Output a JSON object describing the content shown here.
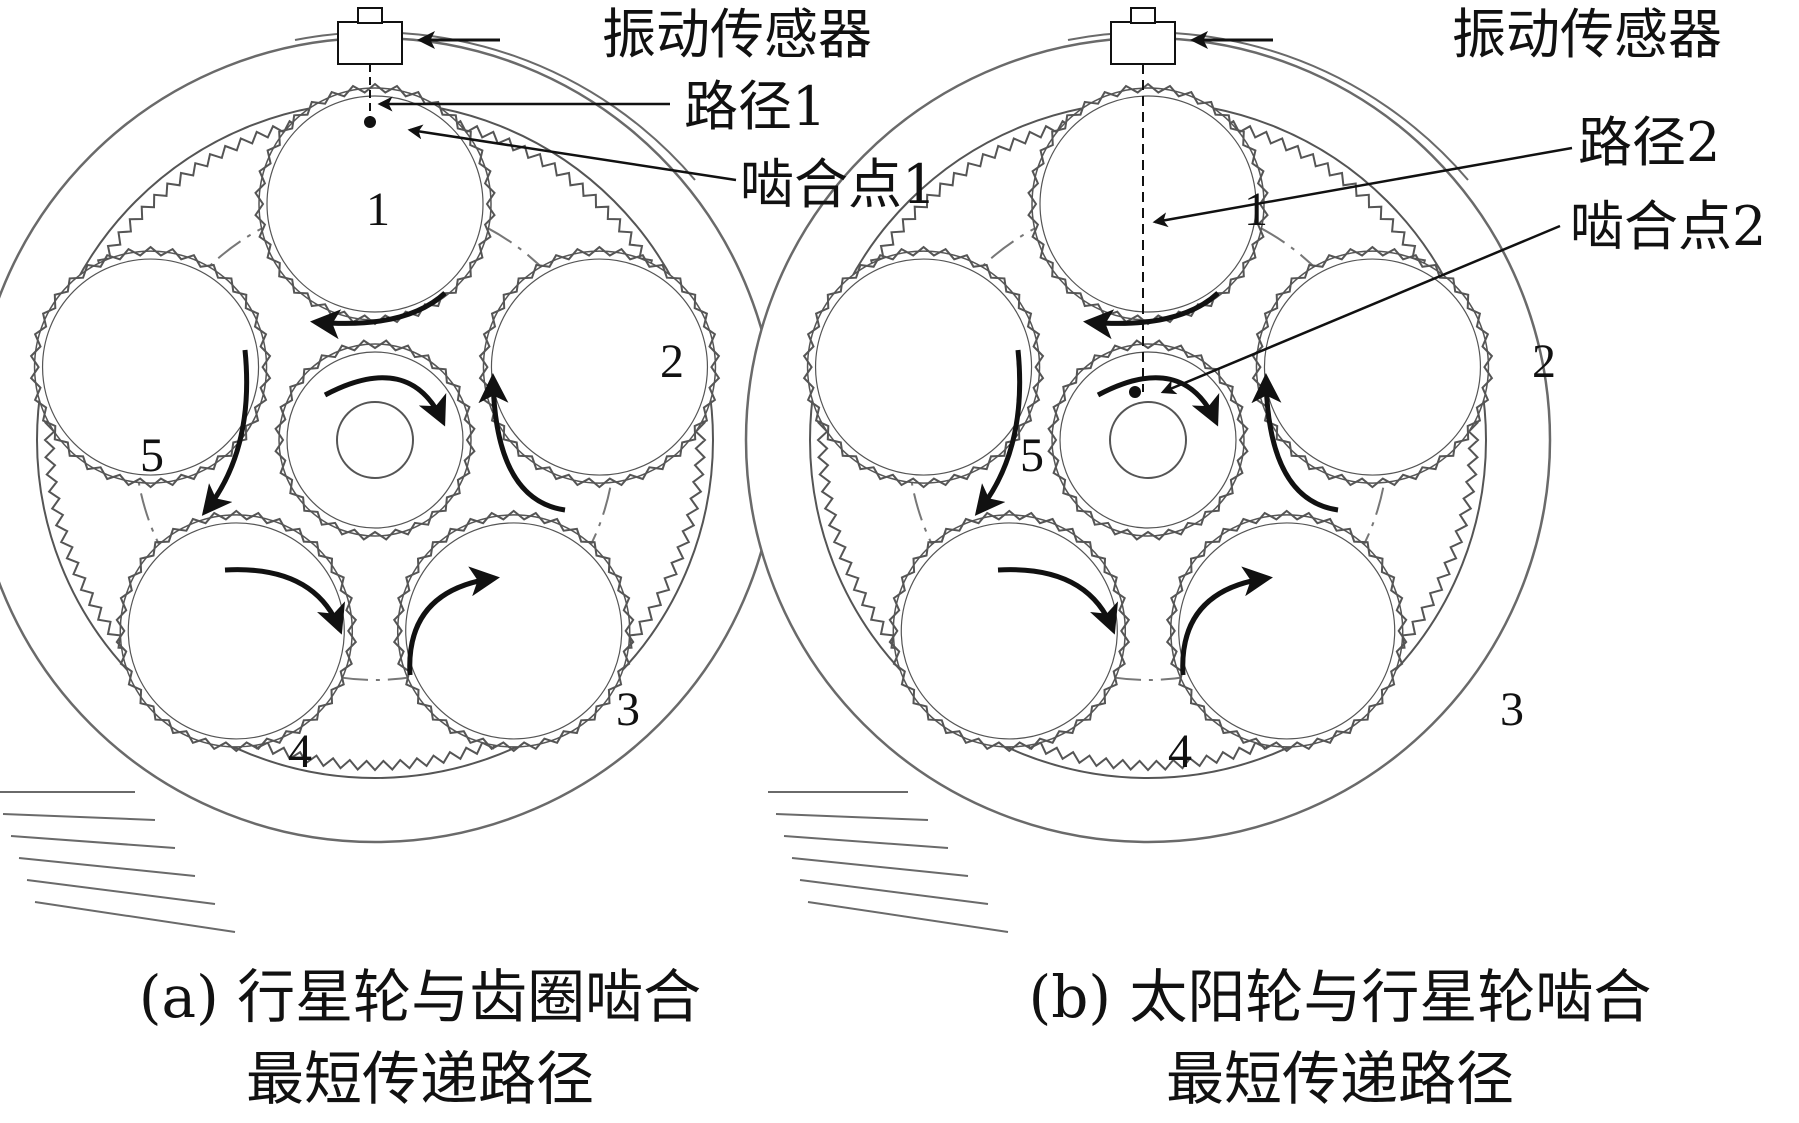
{
  "panels": [
    {
      "id": "a",
      "sensor_label": "振动传感器",
      "path_label": "路径1",
      "mesh_label": "啮合点1",
      "gear_numbers": [
        "1",
        "2",
        "3",
        "4",
        "5"
      ],
      "caption_line1": "(a) 行星轮与齿圈啮合",
      "caption_line2": "最短传递路径"
    },
    {
      "id": "b",
      "sensor_label": "振动传感器",
      "path_label": "路径2",
      "mesh_label": "啮合点2",
      "gear_numbers": [
        "1",
        "2",
        "3",
        "4",
        "5"
      ],
      "caption_line1": "(b) 太阳轮与行星轮啮合",
      "caption_line2": "最短传递路径"
    }
  ],
  "colors": {
    "ink": "#111111",
    "housing": "#6a6a6a",
    "teeth": "#555555",
    "carrier": "#777777"
  }
}
